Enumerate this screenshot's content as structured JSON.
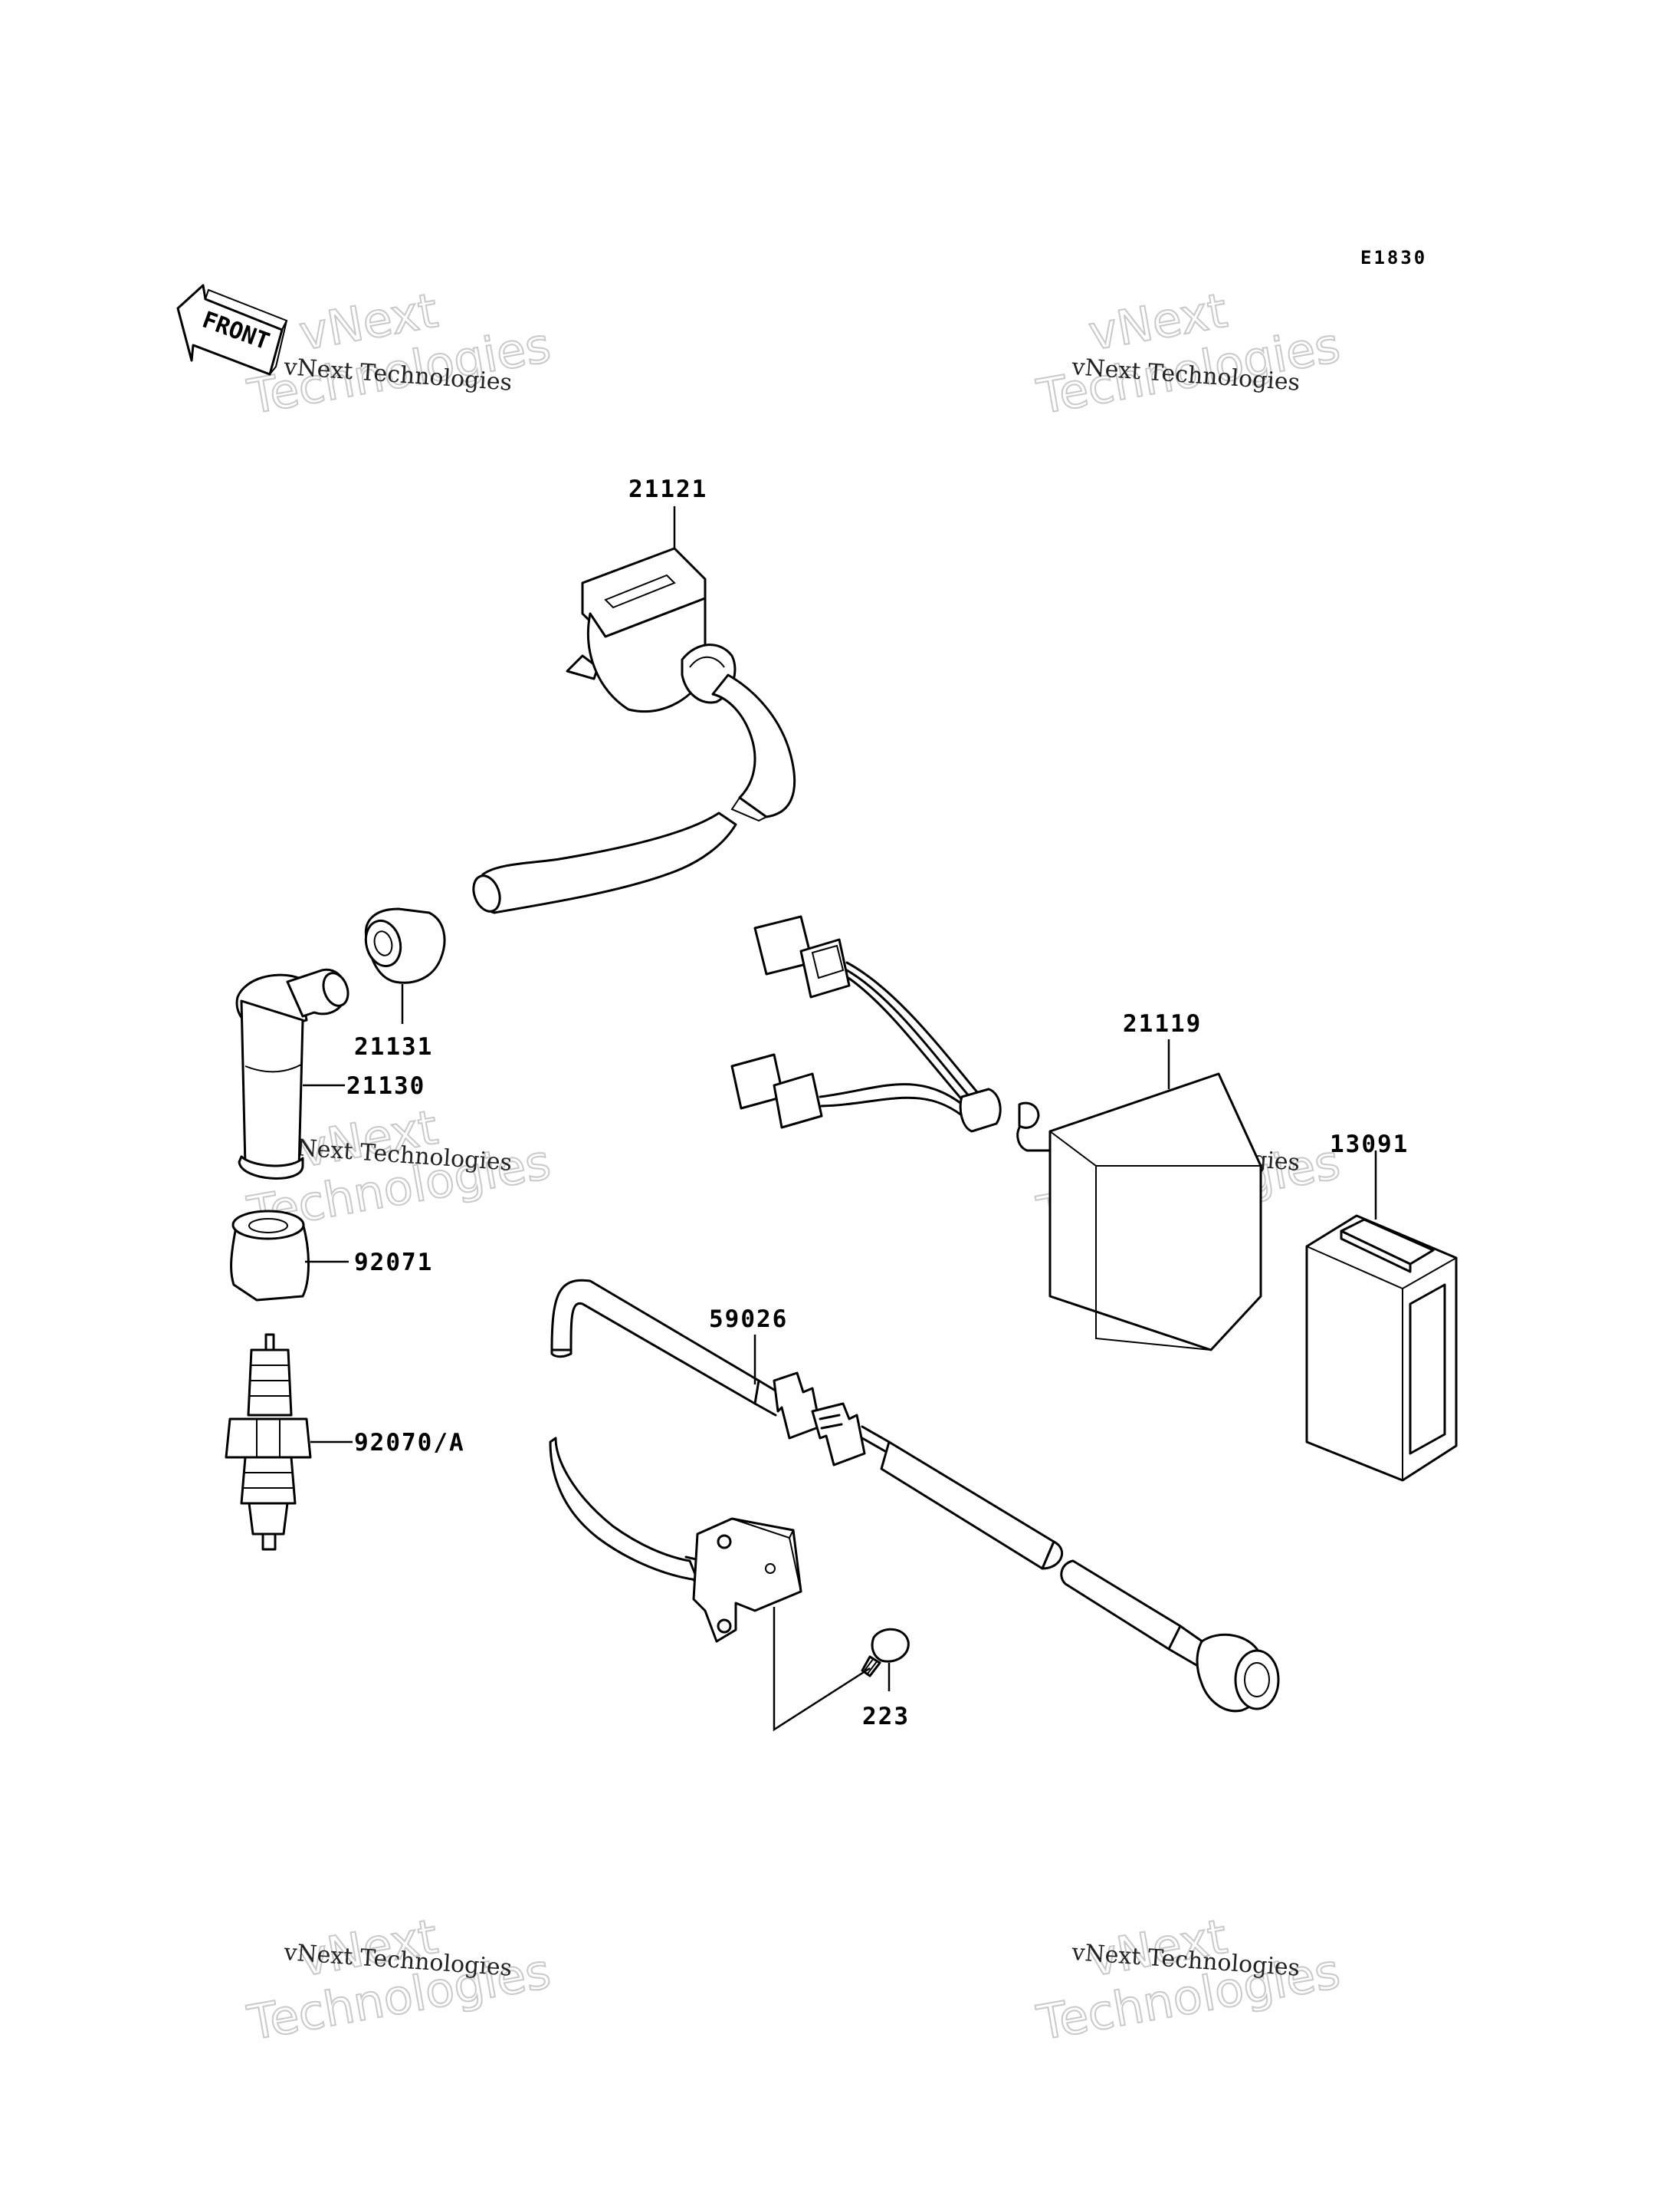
{
  "diagram": {
    "code": "E1830",
    "front_label": "FRONT",
    "watermark": {
      "line_small": "vNext Technologies",
      "line_big_1": "vNext",
      "line_big_2": "Technologies"
    },
    "parts": [
      {
        "id": "21121",
        "label": "21121"
      },
      {
        "id": "21131",
        "label": "21131"
      },
      {
        "id": "21130",
        "label": "21130"
      },
      {
        "id": "92071",
        "label": "92071"
      },
      {
        "id": "92070A",
        "label": "92070/A"
      },
      {
        "id": "21119",
        "label": "21119"
      },
      {
        "id": "13091",
        "label": "13091"
      },
      {
        "id": "59026",
        "label": "59026"
      },
      {
        "id": "223",
        "label": "223"
      }
    ]
  }
}
